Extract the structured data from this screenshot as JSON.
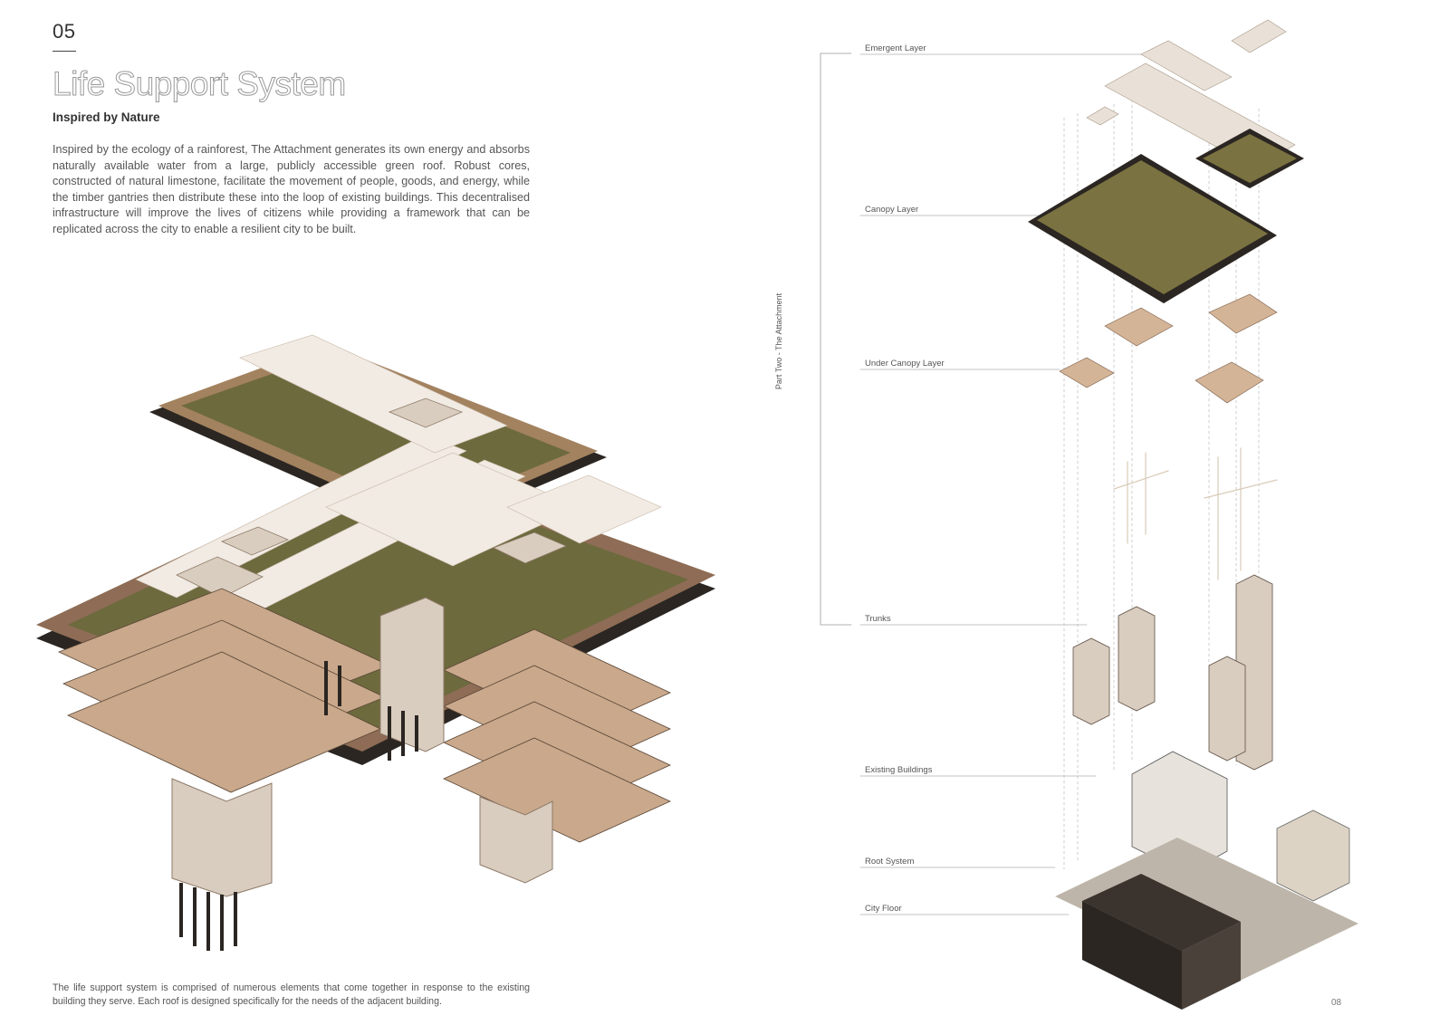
{
  "page_number": "05",
  "title": "Life Support System",
  "subtitle": "Inspired by Nature",
  "body": "Inspired by the ecology of a rainforest, The Attachment generates its own energy and absorbs naturally available water from a large, publicly accessible green roof. Robust cores, constructed of natural limestone, facilitate the movement of people, goods, and energy, while the timber gantries then distribute these into the loop of existing buildings. This decentralised infrastructure will improve the lives of citizens while providing a framework that can be replicated across the city to enable a resilient city to be built.",
  "caption": "The life support system is comprised of numerous elements that come together in response to the existing building they serve. Each roof is designed specifically for the needs of the adjacent building.",
  "side_label": "Part Two - The Attachment",
  "folio": "08",
  "layers": [
    {
      "label": "Emergent Layer"
    },
    {
      "label": "Canopy Layer"
    },
    {
      "label": "Under Canopy Layer"
    },
    {
      "label": "Trunks"
    },
    {
      "label": "Existing Buildings"
    },
    {
      "label": "Root System"
    },
    {
      "label": "City Floor"
    }
  ],
  "colors": {
    "timber": "#c9a88b",
    "timber_dark": "#8e6c55",
    "green_roof": "#6d6a3e",
    "stone": "#d9cdbf",
    "dark": "#2b2622",
    "canopy_white": "#f1ebe4"
  }
}
